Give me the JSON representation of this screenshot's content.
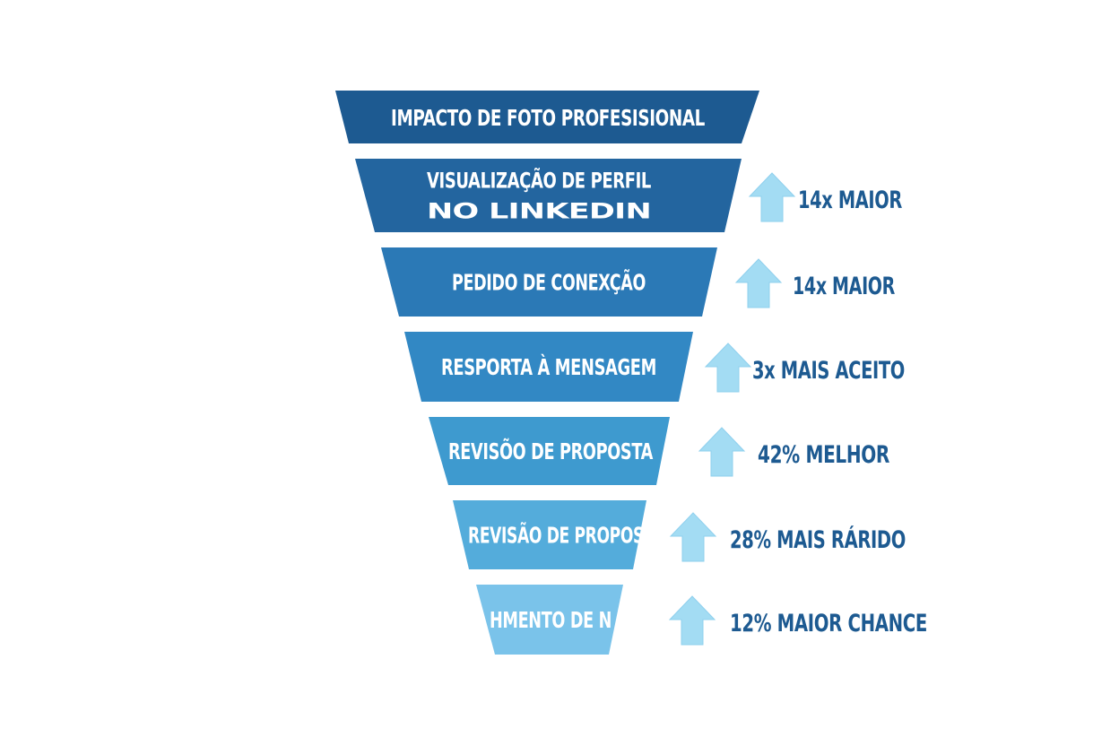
{
  "funnel": {
    "title": "IMPACTO DE FOTO PROFESISIONAL",
    "title_color": "#1d5a91",
    "tiers": [
      {
        "lines": [
          "VISUALIZAÇÃO DE PERFIL",
          "NO LINKEDIN"
        ],
        "color": "#23659f"
      },
      {
        "lines": [
          "PEDIDO DE CONEXÇÃO"
        ],
        "color": "#2b79b6"
      },
      {
        "lines": [
          "RESPORTA À MENSAGEM"
        ],
        "color": "#3288c4"
      },
      {
        "lines": [
          "REVISÕO DE PROPOSTA"
        ],
        "color": "#3e9acf"
      },
      {
        "lines": [
          "REVISÃO DE PROPOS"
        ],
        "color": "#54acdb"
      },
      {
        "lines": [
          "HMENTO DE N"
        ],
        "color": "#7ac3ea"
      }
    ]
  },
  "stats": [
    {
      "text": "14x MAIOR"
    },
    {
      "text": "14x MAIOR"
    },
    {
      "text": "3x MAIS ACEITO"
    },
    {
      "text": "42% MELHOR"
    },
    {
      "text": "28% MAIS RÁRIDO"
    },
    {
      "text": "12% MAIOR CHANCE"
    }
  ],
  "colors": {
    "stat_text": "#1d5a91",
    "arrow": "#a3dcf3",
    "arrow_edge": "#8fd0ee"
  },
  "icons": {
    "stat_arrow": "up-arrow-icon"
  }
}
